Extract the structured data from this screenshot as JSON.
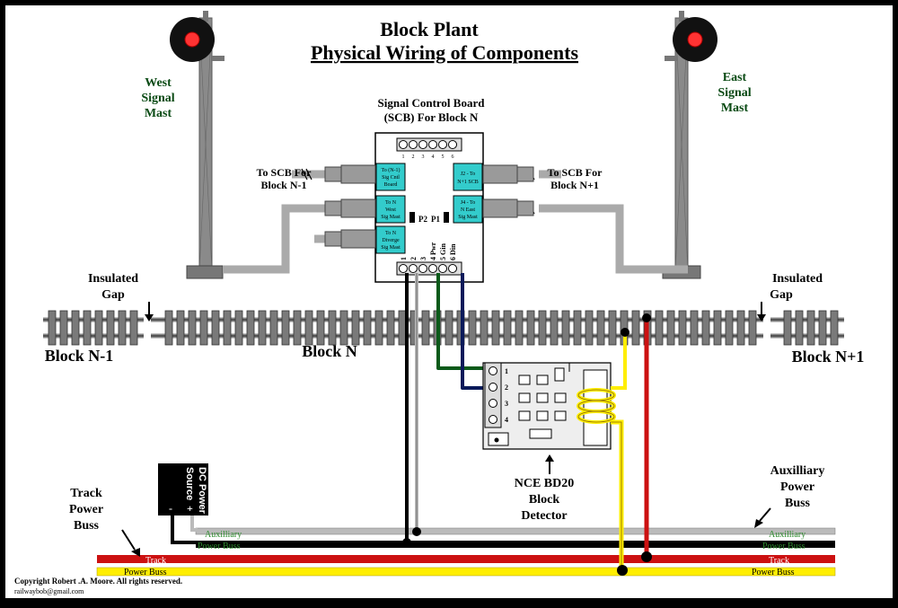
{
  "title": {
    "line1": "Block Plant",
    "line2": "Physical Wiring of Components"
  },
  "scb": {
    "heading1": "Signal Control Board",
    "heading2": "(SCB) For Block N",
    "terminal_numbers": [
      "1",
      "2",
      "3",
      "4",
      "5",
      "6"
    ],
    "bottom_terminal_labels": [
      "1",
      "2",
      "3",
      "4 Pwr",
      "5 Gin",
      "6 Din"
    ],
    "jumper_p2": "P2",
    "jumper_p1": "P1",
    "connectors": {
      "left_1": [
        "To (N-1)",
        "Sig Cntl",
        "Board"
      ],
      "left_2": [
        "To N",
        "West",
        "Sig Mast"
      ],
      "left_3": [
        "To N",
        "Diverge",
        "Sig Mast"
      ],
      "right_1": [
        "J2 - To",
        "N+1 SCB"
      ],
      "right_2": [
        "J4 - To",
        "N East",
        "Sig Mast"
      ]
    }
  },
  "labels": {
    "west_mast": [
      "West",
      "Signal",
      "Mast"
    ],
    "east_mast": [
      "East",
      "Signal",
      "Mast"
    ],
    "to_scb_left": [
      "To SCB For",
      "Block N-1"
    ],
    "to_scb_right": [
      "To SCB For",
      "Block N+1"
    ],
    "insulated_left": [
      "Insulated",
      "Gap"
    ],
    "insulated_right": [
      "Insulated",
      "Gap"
    ],
    "block_prev": "Block N-1",
    "block_current": "Block N",
    "block_next": "Block N+1",
    "detector": [
      "NCE BD20",
      "Block",
      "Detector"
    ],
    "detector_terminals": [
      "1",
      "2",
      "3",
      "4"
    ],
    "dc_power": [
      "DC Power",
      "Source"
    ],
    "dc_minus": "-",
    "dc_plus": "+",
    "track_power_buss": [
      "Track",
      "Power",
      "Buss"
    ],
    "aux_power_buss": [
      "Auxilliary",
      "Power",
      "Buss"
    ],
    "aux_strip_left": [
      "Auxilliary",
      "Power Buss"
    ],
    "aux_strip_right": [
      "Auxilliary",
      "Power Buss"
    ],
    "track_strip_left": [
      "Track",
      "Power Buss"
    ],
    "track_strip_right": [
      "Track",
      "Power Buss"
    ],
    "copyright": "Copyright Robert .A. Moore.  All rights reserved.",
    "email": "railwaybob@gmail.com"
  },
  "colors": {
    "background": "#ffffff",
    "border": "#000000",
    "title": "#000000",
    "mast_label": "#0a4a14",
    "connector_cyan": "#33cccc",
    "wire_green": "#0b5a1a",
    "wire_navy": "#0a1a5a",
    "wire_red": "#cc1111",
    "wire_yellow": "#ffee00",
    "wire_gray": "#bbbbbb",
    "strip_text_green": "#2e8b2e",
    "signal_red": "#ff3333"
  }
}
